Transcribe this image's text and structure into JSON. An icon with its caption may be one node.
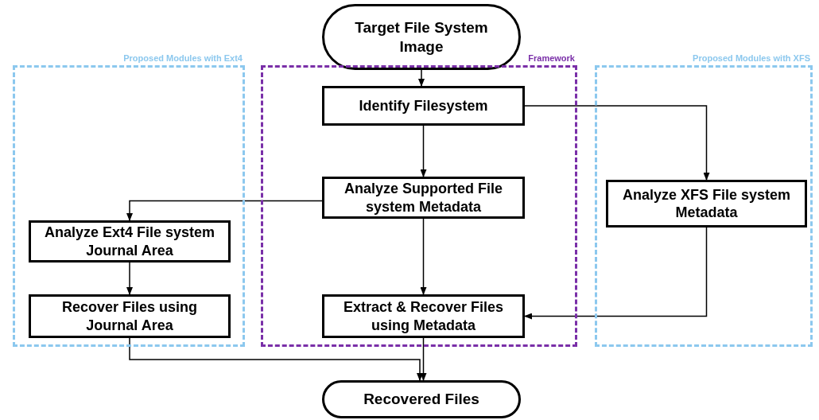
{
  "diagram": {
    "nodes": [
      {
        "text": [
          "Target File System Image"
        ]
      },
      {
        "text": [
          "Proposed Modules with Ext4"
        ]
      },
      {
        "text": [
          "Framework"
        ]
      },
      {
        "text": [
          "Proposed Modules with XFS"
        ]
      },
      {
        "text": [
          "Identify Filesystem"
        ],
        "in": 2
      },
      {
        "text": [
          "Analyze Supported File system Metadata"
        ],
        "in": 2
      },
      {
        "text": [
          "Analyze XFS File system Metadata"
        ],
        "in": 3
      },
      {
        "text": [
          "Analyze Ext4 File system Journal Area"
        ],
        "in": 1
      },
      {
        "text": [
          "Recover Files using Journal Area"
        ],
        "in": 1
      },
      {
        "text": [
          "Extract & Recover Files using Metadata"
        ],
        "in": 2
      },
      {
        "text": [
          "Recovered Files"
        ]
      }
    ],
    "edges": [
      {
        "from": 0,
        "to": 4,
        "arrow": "to"
      },
      {
        "from": 4,
        "to": 5,
        "arrow": "to"
      },
      {
        "from": 4,
        "to": 6,
        "arrow": "to"
      },
      {
        "from": 5,
        "to": 7,
        "arrow": "to"
      },
      {
        "from": 5,
        "to": 9,
        "arrow": "to"
      },
      {
        "from": 7,
        "to": 8,
        "arrow": "to"
      },
      {
        "from": 6,
        "to": 9,
        "arrow": "to"
      },
      {
        "from": 9,
        "to": 10,
        "arrow": "to"
      },
      {
        "from": 8,
        "to": 10,
        "arrow": "to"
      }
    ]
  }
}
